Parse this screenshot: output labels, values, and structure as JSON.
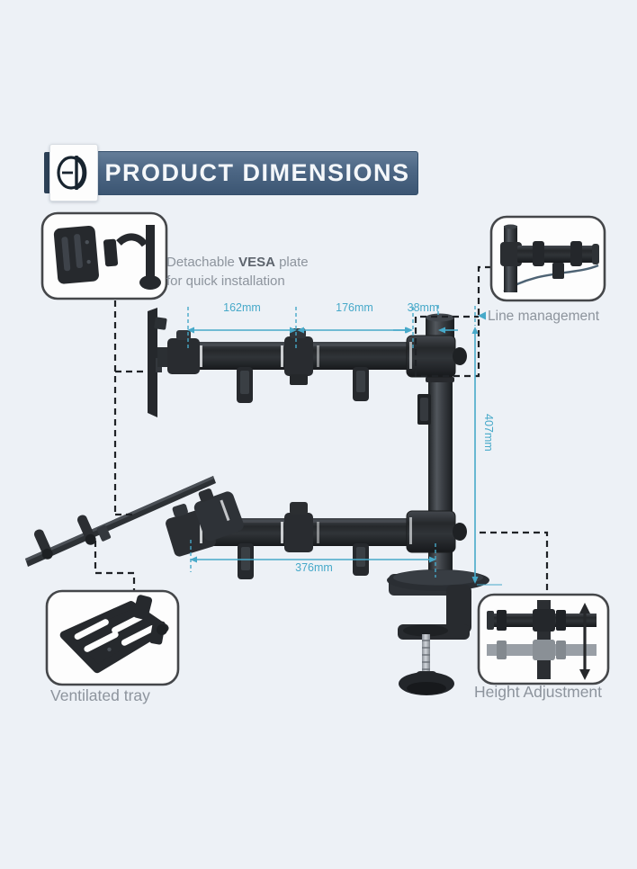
{
  "header": {
    "title": "PRODUCT DIMENSIONS"
  },
  "callouts": {
    "vesa_note": {
      "pre": "Detachable ",
      "highlight": "VESA",
      "post": " plate",
      "line2": "for quick installation"
    },
    "line_management": "Line management",
    "ventilated_tray": "Ventilated tray",
    "height_adjustment": "Height Adjustment"
  },
  "dimensions": {
    "upper_arm_segment_1": "162mm",
    "upper_arm_segment_2": "176mm",
    "arm_end_to_pole": "38mm",
    "pole_height": "407mm",
    "lower_arm_length": "376mm"
  },
  "colors": {
    "accent_teal": "#47a9c9",
    "banner_blue": "#4a6482",
    "label_gray": "#8d949d",
    "product_black": "#2b2e32",
    "background": "#edf1f6"
  }
}
